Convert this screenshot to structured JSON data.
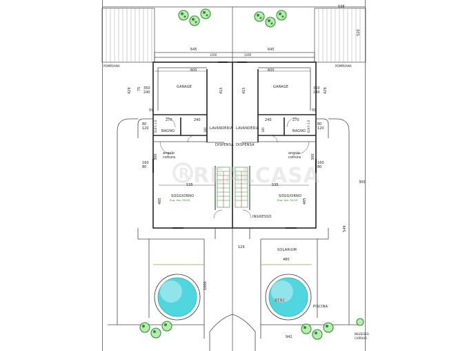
{
  "plan": {
    "dims": {
      "top_right_538": "538",
      "side_520": "520",
      "left_645": "645",
      "right_645": "645",
      "wall_left_top": "1260",
      "wall_right_top": "1260",
      "garage_width_left": "600",
      "garage_width_right": "600",
      "garage_depth_left": "415",
      "garage_depth_right": "415",
      "side_350_l": "350",
      "side_240_l": "240",
      "side_350_r": "350",
      "side_240_r": "240",
      "left_429": "429",
      "left_75": "75",
      "right_429": "429",
      "side_59_l": "59",
      "side_59_r": "59",
      "bagno_w_l": "270",
      "lav_w_l": "240",
      "lav_w_r": "240",
      "bagno_w_r": "270",
      "dim_80_l": "80",
      "dim_120_l": "120",
      "dim_80_r": "80",
      "dim_120_r": "120",
      "dim_160_l": "160",
      "dim_80b_l": "80",
      "dim_160_r": "160",
      "dim_80b_r": "80",
      "soggiorno_w_l": "535",
      "soggiorno_w_r": "535",
      "soggiorno_h_l": "485",
      "soggiorno_h_r": "485",
      "dim_300_l": "300",
      "dim_300_r": "300",
      "outdoor_300": "300",
      "outdoor_549": "549",
      "solarium_480": "480",
      "center_129": "129",
      "pool_1000": "1000",
      "bottom_942": "942",
      "door_left": "180",
      "door_right": "180"
    },
    "labels": {
      "pompeiana_l": "POMPEIANA",
      "pompeiana_r": "POMPEIANA",
      "garage_l": "GARAGE",
      "garage_r": "GARAGE",
      "bagno_l": "BAGNO",
      "bagno_r": "BAGNO",
      "lavanderia_l": "LAVANDERIA",
      "lavanderia_r": "LAVANDERIA",
      "dispensa_l": "DISPENSA",
      "dispensa_r": "DISPENSA",
      "angolo_l": "angolo",
      "cottura_l": "cottura",
      "angolo_r": "angolo",
      "cottura_r": "cottura",
      "soggiorno_l": "SOGGIORNO",
      "soggiorno_r": "SOGGIORNO",
      "sup_l": "Sup. mq. 30,00",
      "sup_r": "Sup. mq. 30,00",
      "ingresso": "INGRESSO",
      "solarium": "SOLARIUM",
      "piscina": "PISCINA",
      "pool_code": "7818",
      "ingresso_carraio": "INGRESSO",
      "carraio": "CARRAIO",
      "vert_w_l": "D.8 h 1.0",
      "vert_w_r": "D.8 h 1.0"
    },
    "watermark": {
      "logo_letter": "R",
      "text": "REALCASA"
    },
    "colors": {
      "line": "#333333",
      "tree": "#3a9a3a",
      "tree_light": "#a8e0a0",
      "pool": "#3fd0d8",
      "pool_light": "#cdf5f7",
      "accent_red": "#c0392b",
      "stair_green": "#2e8b2e"
    }
  }
}
